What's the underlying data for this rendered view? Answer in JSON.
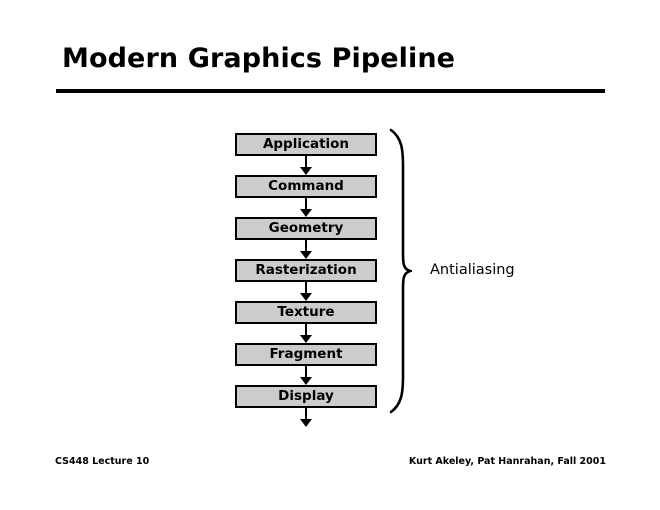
{
  "slide": {
    "title": "Modern Graphics Pipeline",
    "background_color": "#ffffff",
    "rule_color": "#000000"
  },
  "diagram": {
    "type": "flowchart",
    "orientation": "vertical",
    "box_fill_color": "#cccccc",
    "box_border_color": "#000000",
    "connector_glyph": "down-arrow",
    "stages": [
      {
        "label": "Application"
      },
      {
        "label": "Command"
      },
      {
        "label": "Geometry"
      },
      {
        "label": "Rasterization"
      },
      {
        "label": "Texture"
      },
      {
        "label": "Fragment"
      },
      {
        "label": "Display"
      }
    ],
    "trailing_arrow": true,
    "annotation": {
      "label": "Antialiasing",
      "brace_glyph": "right-curly-brace",
      "spans_stages": [
        "Application",
        "Display"
      ]
    }
  },
  "footer": {
    "left": "CS448 Lecture 10",
    "right": "Kurt Akeley, Pat Hanrahan, Fall 2001"
  }
}
